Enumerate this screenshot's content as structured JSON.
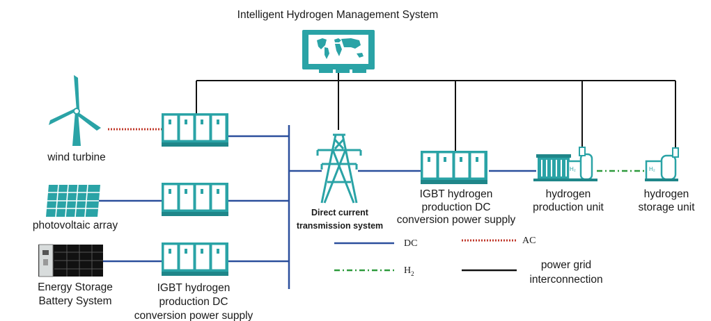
{
  "title": "Intelligent Hydrogen Management System",
  "sources": {
    "wind": "wind turbine",
    "pv": "photovoltaic array",
    "battery_line1": "Energy Storage",
    "battery_line2": "Battery System"
  },
  "converter_bottom": {
    "line1": "IGBT hydrogen",
    "line2": "production DC",
    "line3": "conversion power supply"
  },
  "transmission": {
    "line1": "Direct current",
    "line2": "transmission system"
  },
  "converter_right": {
    "line1": "IGBT hydrogen",
    "line2": "production DC",
    "line3": "conversion power supply"
  },
  "production": {
    "line1": "hydrogen",
    "line2": "production unit",
    "tank_label": "H₂"
  },
  "storage": {
    "line1": "hydrogen",
    "line2": "storage unit",
    "tank_label": "H₂"
  },
  "legend": {
    "dc": "DC",
    "ac": "AC",
    "h2_main": "H",
    "h2_sub": "2",
    "grid_line1": "power grid",
    "grid_line2": "interconnection"
  },
  "colors": {
    "teal": "#2aa3a6",
    "dc_line": "#2b4f9c",
    "ac_line": "#c0392b",
    "h2_line": "#2e9a3c",
    "grid_line": "#111111"
  }
}
